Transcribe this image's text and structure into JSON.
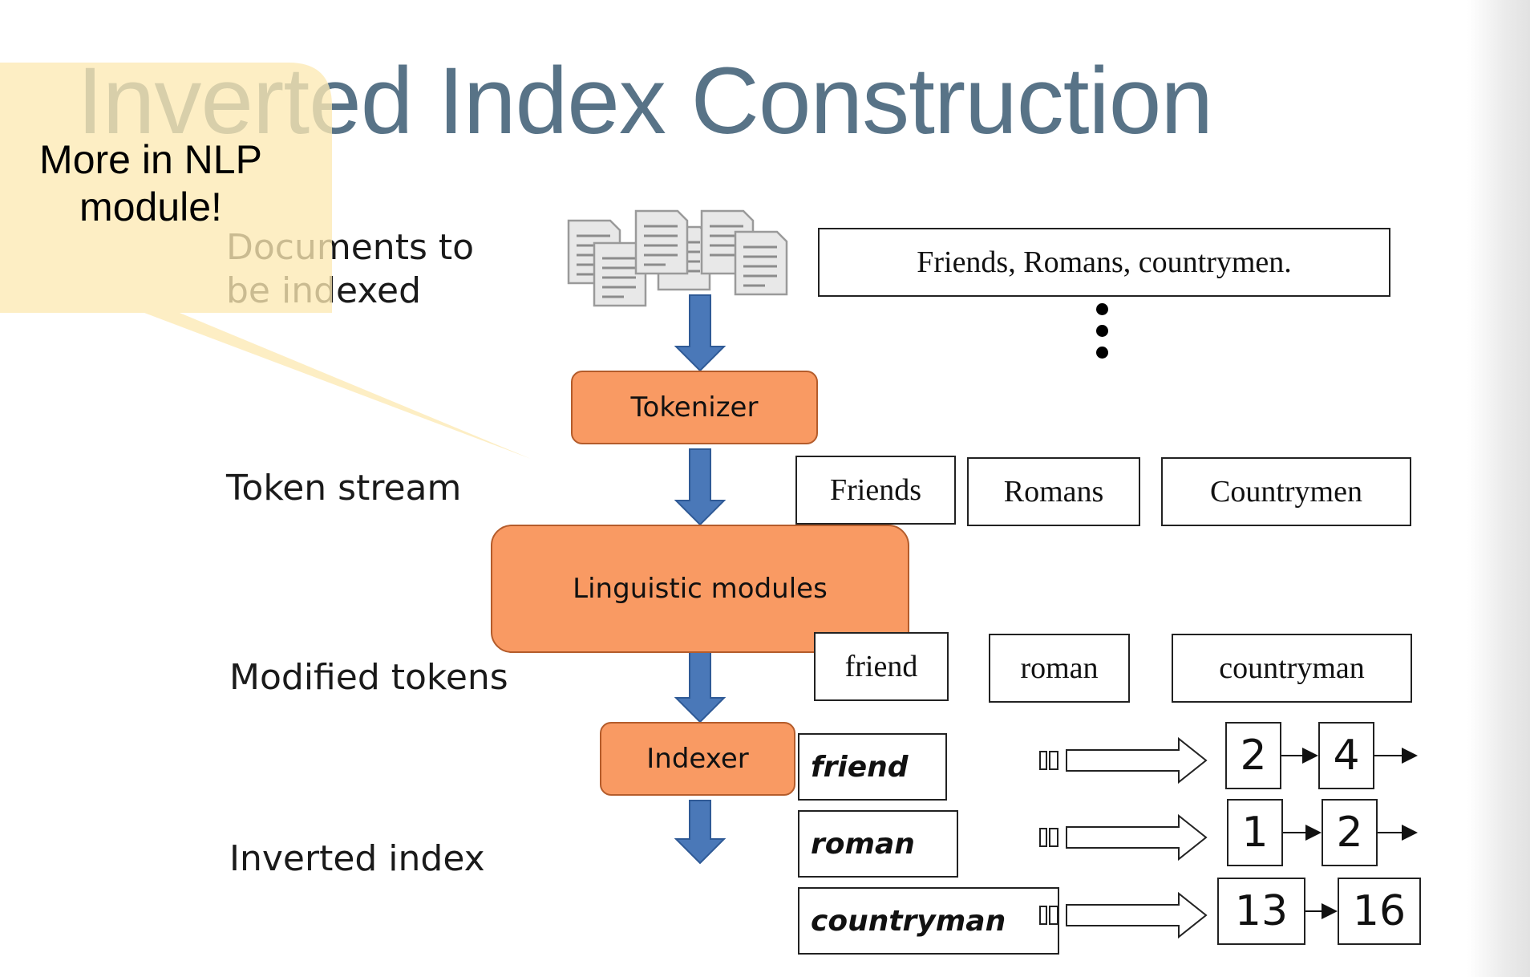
{
  "title": "Inverted Index Construction",
  "callout": {
    "text": "More in NLP module!",
    "color": "#fce9b4"
  },
  "stages": {
    "documents": "Documents to be indexed",
    "token_stream": "Token stream",
    "modified_tokens": "Modified tokens",
    "inverted_index": "Inverted index"
  },
  "processors": {
    "tokenizer": "Tokenizer",
    "linguistic": "Linguistic modules",
    "indexer": "Indexer"
  },
  "documents_text": "Friends, Romans, countrymen.",
  "tokens": [
    "Friends",
    "Romans",
    "Countrymen"
  ],
  "modified_tokens": [
    "friend",
    "roman",
    "countryman"
  ],
  "index": [
    {
      "term": "friend",
      "postings": [
        "2",
        "4"
      ]
    },
    {
      "term": "roman",
      "postings": [
        "1",
        "2"
      ]
    },
    {
      "term": "countryman",
      "postings": [
        "13",
        "16"
      ]
    }
  ],
  "icons": {
    "document": "document-stack-icon",
    "flow": "down-arrow-icon",
    "pointer": "pointer-arrow-icon"
  },
  "colors": {
    "title": "#587387",
    "processor_fill": "#f99a63",
    "flow_arrow": "#4a78b8",
    "callout_fill": "#fce9b4"
  }
}
